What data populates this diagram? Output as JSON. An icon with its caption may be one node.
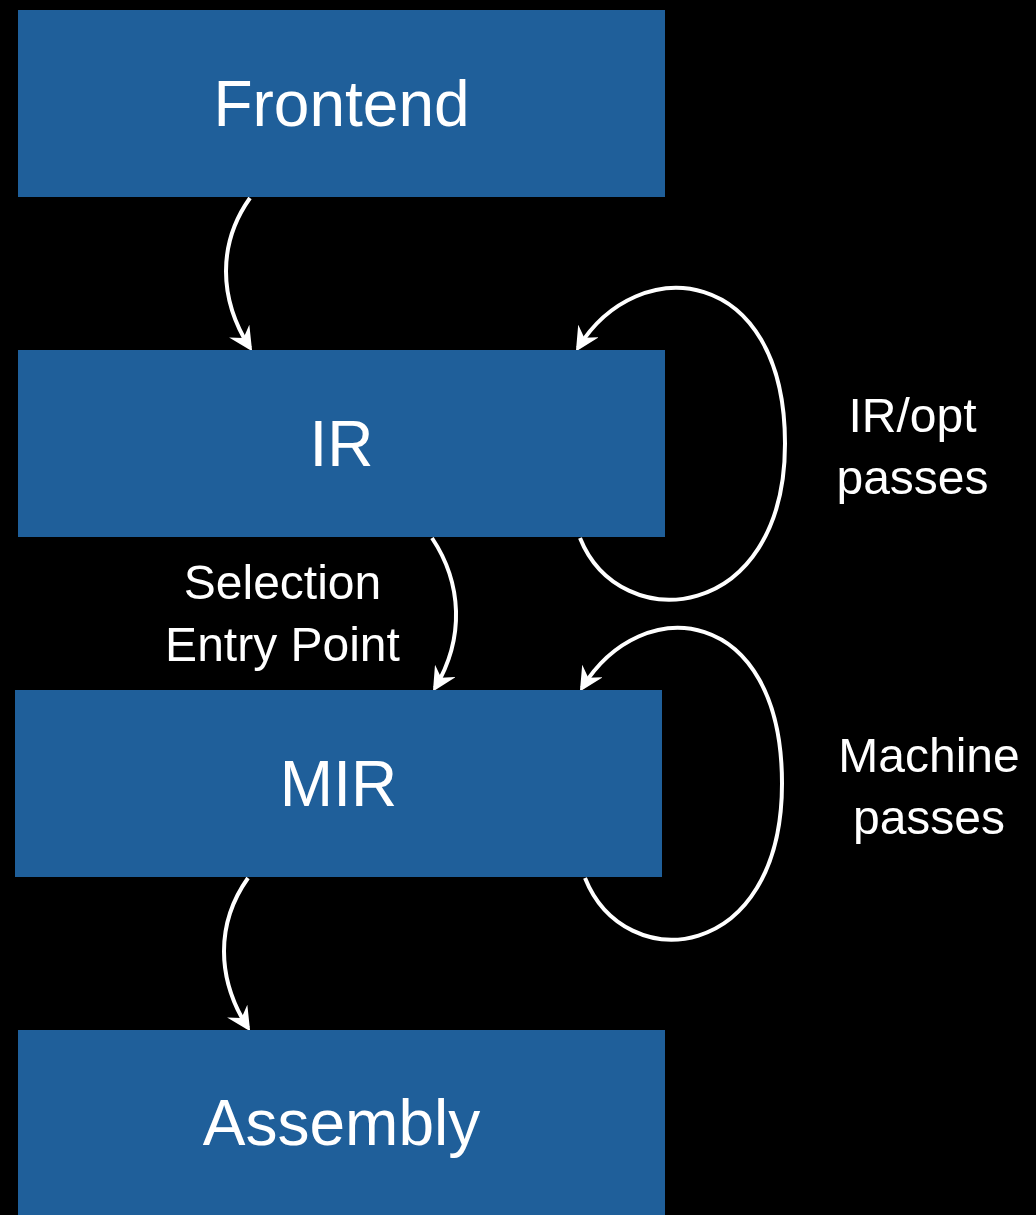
{
  "diagram": {
    "nodes": [
      {
        "text": [
          "Frontend"
        ]
      },
      {
        "text": [
          "IR"
        ]
      },
      {
        "text": [
          "MIR"
        ]
      },
      {
        "text": [
          "Assembly"
        ]
      }
    ],
    "edges": [
      {
        "from": 0,
        "to": 1,
        "arrow": "to"
      },
      {
        "from": 1,
        "to": 1,
        "arrow": "to",
        "label": "IR/opt passes"
      },
      {
        "from": 1,
        "to": 2,
        "arrow": "to",
        "label": "Selection Entry Point"
      },
      {
        "from": 2,
        "to": 2,
        "arrow": "to",
        "label": "Machine passes"
      },
      {
        "from": 2,
        "to": 3,
        "arrow": "to"
      }
    ]
  }
}
